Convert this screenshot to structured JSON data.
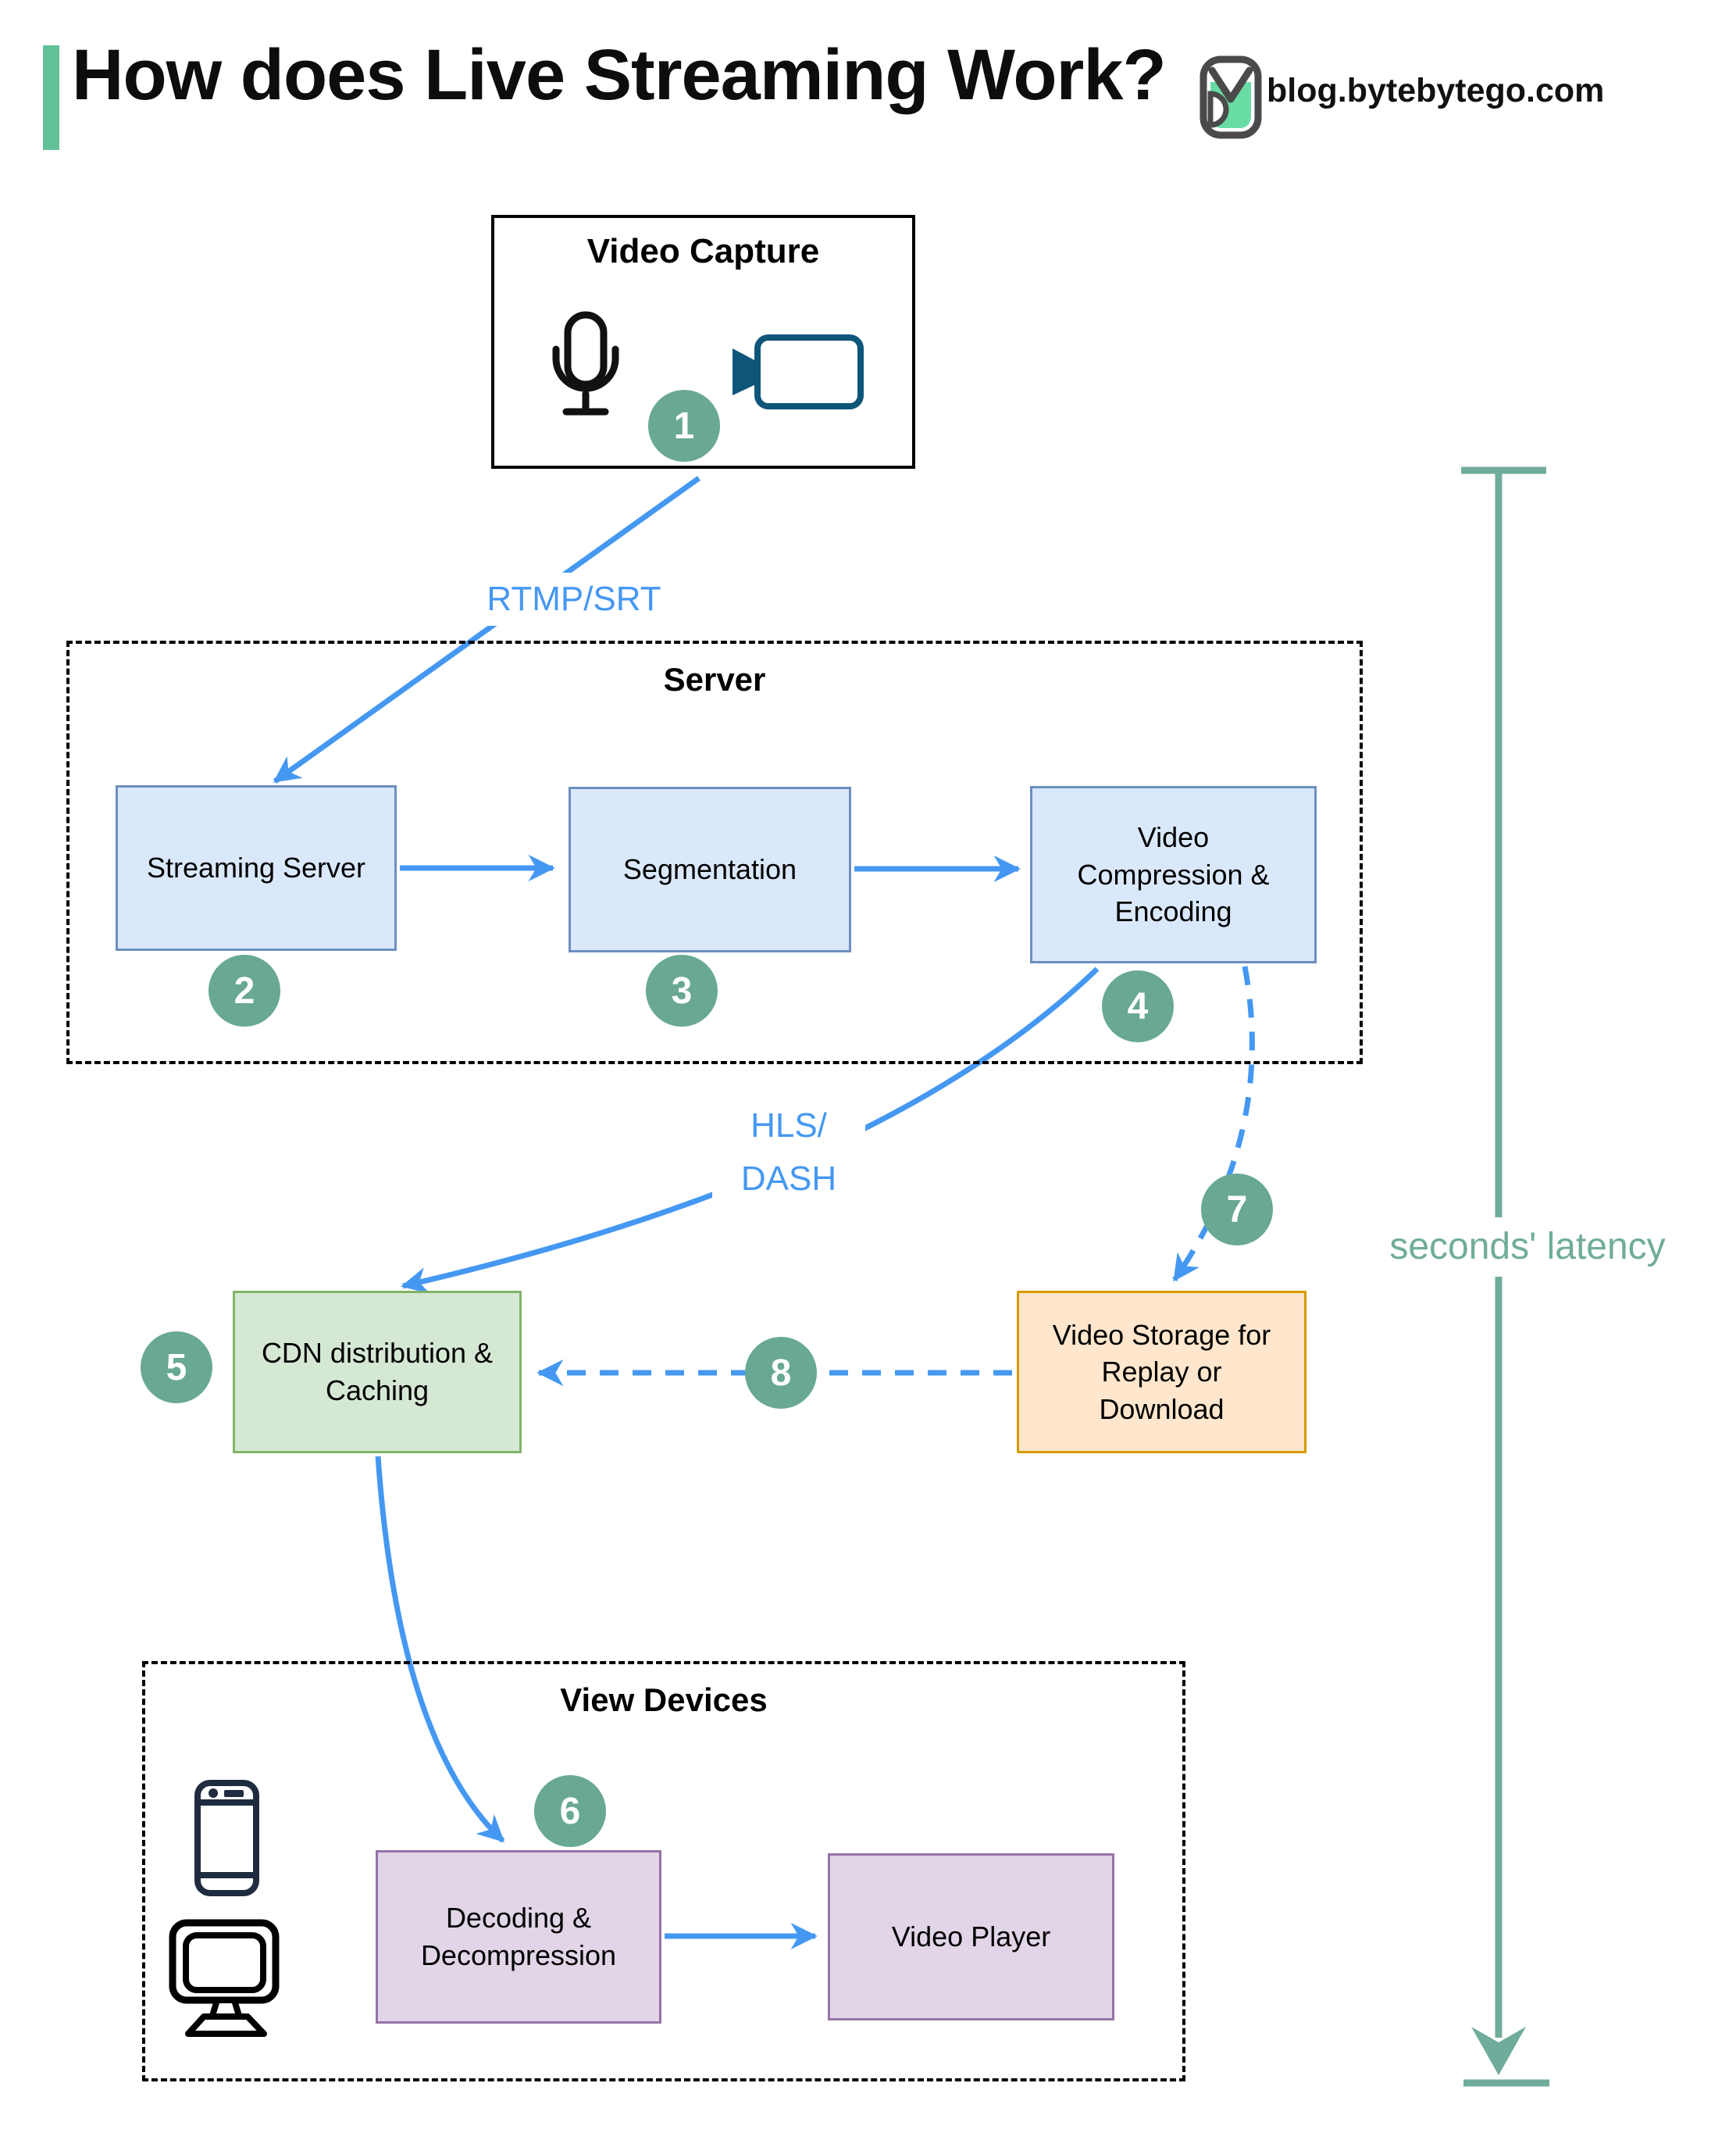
{
  "header": {
    "title": "How does Live Streaming Work?",
    "site_label": "blog.bytebytego.com"
  },
  "groups": {
    "server": {
      "label": "Server"
    },
    "view_devices": {
      "label": "View Devices"
    }
  },
  "nodes": {
    "video_capture": {
      "label": "Video Capture"
    },
    "streaming_server": {
      "label": "Streaming Server"
    },
    "segmentation": {
      "label": "Segmentation"
    },
    "video_compression": {
      "label": "Video Compression & Encoding"
    },
    "cdn": {
      "label": "CDN distribution & Caching"
    },
    "video_storage": {
      "label": "Video Storage for Replay or Download"
    },
    "decoding": {
      "label": "Decoding & Decompression"
    },
    "video_player": {
      "label": "Video Player"
    }
  },
  "edges": {
    "rtmp": {
      "label": "RTMP/SRT"
    },
    "hls": {
      "line1": "HLS/",
      "line2": "DASH"
    }
  },
  "steps": [
    "1",
    "2",
    "3",
    "4",
    "5",
    "6",
    "7",
    "8"
  ],
  "annotations": {
    "latency": "seconds' latency"
  },
  "icons": {
    "microphone-icon": "microphone",
    "video-camera-icon": "video camera",
    "smartphone-icon": "smartphone",
    "monitor-icon": "desktop monitor",
    "bytebytego-logo": "ByteByteGo bird logo"
  },
  "colors": {
    "arrow_blue": "#4598f2",
    "step_badge_teal": "#68a894",
    "latency_teal": "#70ac9b",
    "accent_green": "#62c199",
    "server_node_fill": "#dae8fc",
    "server_node_border": "#6c8ebf",
    "cdn_fill": "#d5e8d4",
    "cdn_border": "#82b366",
    "storage_fill": "#ffe6cc",
    "storage_border": "#d79b00",
    "device_node_fill": "#e1d5e7",
    "device_node_border": "#9673a6",
    "camera_icon": "#0e557a",
    "phone_icon": "#1f2b3e"
  }
}
